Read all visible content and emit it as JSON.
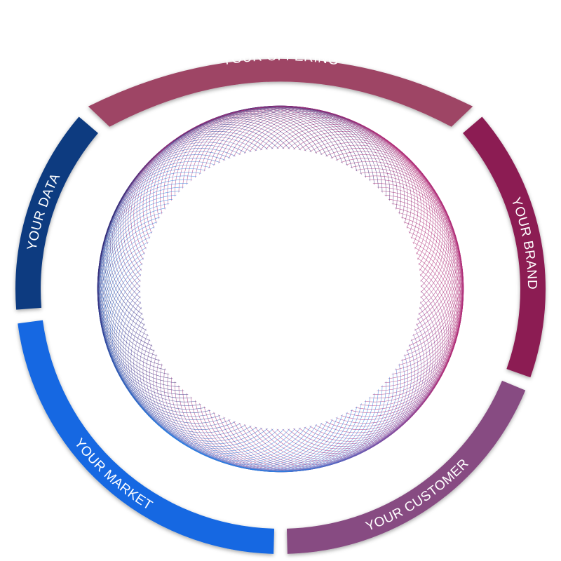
{
  "segments": [
    {
      "label": "YOUR OFFERING",
      "color": "#9e4565"
    },
    {
      "label": "YOUR BRAND",
      "color": "#8c1a52"
    },
    {
      "label": "YOUR CUSTOMER",
      "color": "#874b82"
    },
    {
      "label": "YOUR MARKET",
      "color": "#1267e2"
    },
    {
      "label": "YOUR DATA",
      "color": "#0e3a80"
    }
  ],
  "spirograph": {
    "color_magenta": "#b0307a",
    "color_purple": "#3a2f7a",
    "color_blue": "#2f7fe0"
  }
}
